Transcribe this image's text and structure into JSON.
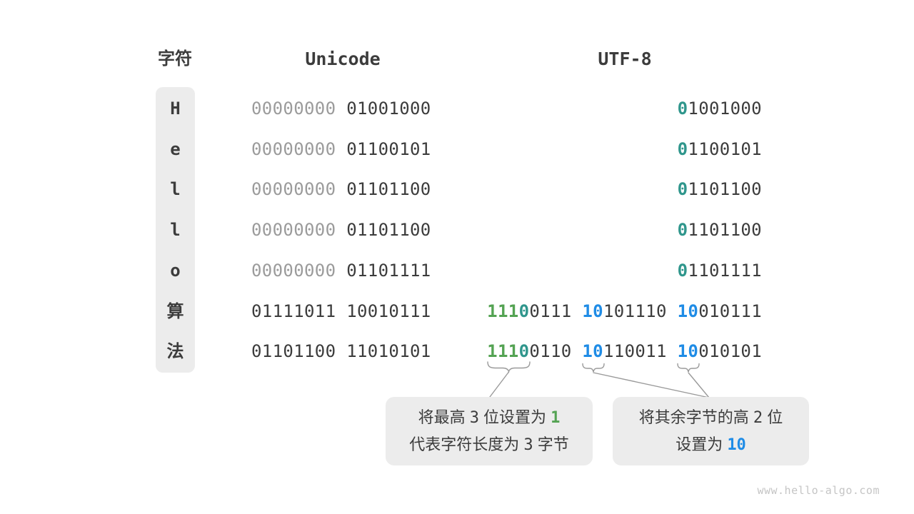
{
  "header": {
    "char_col": "字符",
    "unicode_col": "Unicode",
    "utf8_col": "UTF-8"
  },
  "colors": {
    "bit-dark": "#3c3c3c",
    "bit-gray": "#9b9b9b",
    "bit-green": "#54a353",
    "bit-teal": "#2f968c",
    "bit-blue": "#1f8ce6",
    "box-bg": "#ececec",
    "line-gray": "#9a9a9a"
  },
  "rows": [
    {
      "char": "H",
      "unicode": [
        {
          "t": "00000000",
          "c": "gray"
        },
        {
          "t": " 01001000",
          "c": "dark"
        }
      ],
      "utf8": [
        {
          "t": "0",
          "c": "teal"
        },
        {
          "t": "1001000",
          "c": "dark"
        }
      ]
    },
    {
      "char": "e",
      "unicode": [
        {
          "t": "00000000",
          "c": "gray"
        },
        {
          "t": " 01100101",
          "c": "dark"
        }
      ],
      "utf8": [
        {
          "t": "0",
          "c": "teal"
        },
        {
          "t": "1100101",
          "c": "dark"
        }
      ]
    },
    {
      "char": "l",
      "unicode": [
        {
          "t": "00000000",
          "c": "gray"
        },
        {
          "t": " 01101100",
          "c": "dark"
        }
      ],
      "utf8": [
        {
          "t": "0",
          "c": "teal"
        },
        {
          "t": "1101100",
          "c": "dark"
        }
      ]
    },
    {
      "char": "l",
      "unicode": [
        {
          "t": "00000000",
          "c": "gray"
        },
        {
          "t": " 01101100",
          "c": "dark"
        }
      ],
      "utf8": [
        {
          "t": "0",
          "c": "teal"
        },
        {
          "t": "1101100",
          "c": "dark"
        }
      ]
    },
    {
      "char": "o",
      "unicode": [
        {
          "t": "00000000",
          "c": "gray"
        },
        {
          "t": " 01101111",
          "c": "dark"
        }
      ],
      "utf8": [
        {
          "t": "0",
          "c": "teal"
        },
        {
          "t": "1101111",
          "c": "dark"
        }
      ]
    },
    {
      "char": "算",
      "unicode": [
        {
          "t": "01111011 10010111",
          "c": "dark"
        }
      ],
      "utf8": [
        {
          "t": "111",
          "c": "green"
        },
        {
          "t": "0",
          "c": "teal"
        },
        {
          "t": "0111 ",
          "c": "dark"
        },
        {
          "t": "10",
          "c": "blue"
        },
        {
          "t": "101110 ",
          "c": "dark"
        },
        {
          "t": "10",
          "c": "blue"
        },
        {
          "t": "010111",
          "c": "dark"
        }
      ]
    },
    {
      "char": "法",
      "unicode": [
        {
          "t": "01101100 11010101",
          "c": "dark"
        }
      ],
      "utf8": [
        {
          "t": "111",
          "c": "green"
        },
        {
          "t": "0",
          "c": "teal"
        },
        {
          "t": "0110 ",
          "c": "dark"
        },
        {
          "t": "10",
          "c": "blue"
        },
        {
          "t": "110011 ",
          "c": "dark"
        },
        {
          "t": "10",
          "c": "blue"
        },
        {
          "t": "010101",
          "c": "dark"
        }
      ]
    }
  ],
  "callouts": {
    "left": {
      "line1": [
        {
          "t": "将最高 ",
          "c": "cjk"
        },
        {
          "t": "3",
          "c": "num"
        },
        {
          "t": " 位设置为 ",
          "c": "cjk"
        },
        {
          "t": "1",
          "c": "green"
        }
      ],
      "line2": [
        {
          "t": "代表字符长度为 ",
          "c": "cjk"
        },
        {
          "t": "3",
          "c": "num"
        },
        {
          "t": " 字节",
          "c": "cjk"
        }
      ]
    },
    "right": {
      "line1": [
        {
          "t": "将其余字节的高 ",
          "c": "cjk"
        },
        {
          "t": "2",
          "c": "num"
        },
        {
          "t": " 位",
          "c": "cjk"
        }
      ],
      "line2": [
        {
          "t": "设置为 ",
          "c": "cjk"
        },
        {
          "t": "10",
          "c": "blue"
        }
      ]
    }
  },
  "watermark": "www.hello-algo.com"
}
